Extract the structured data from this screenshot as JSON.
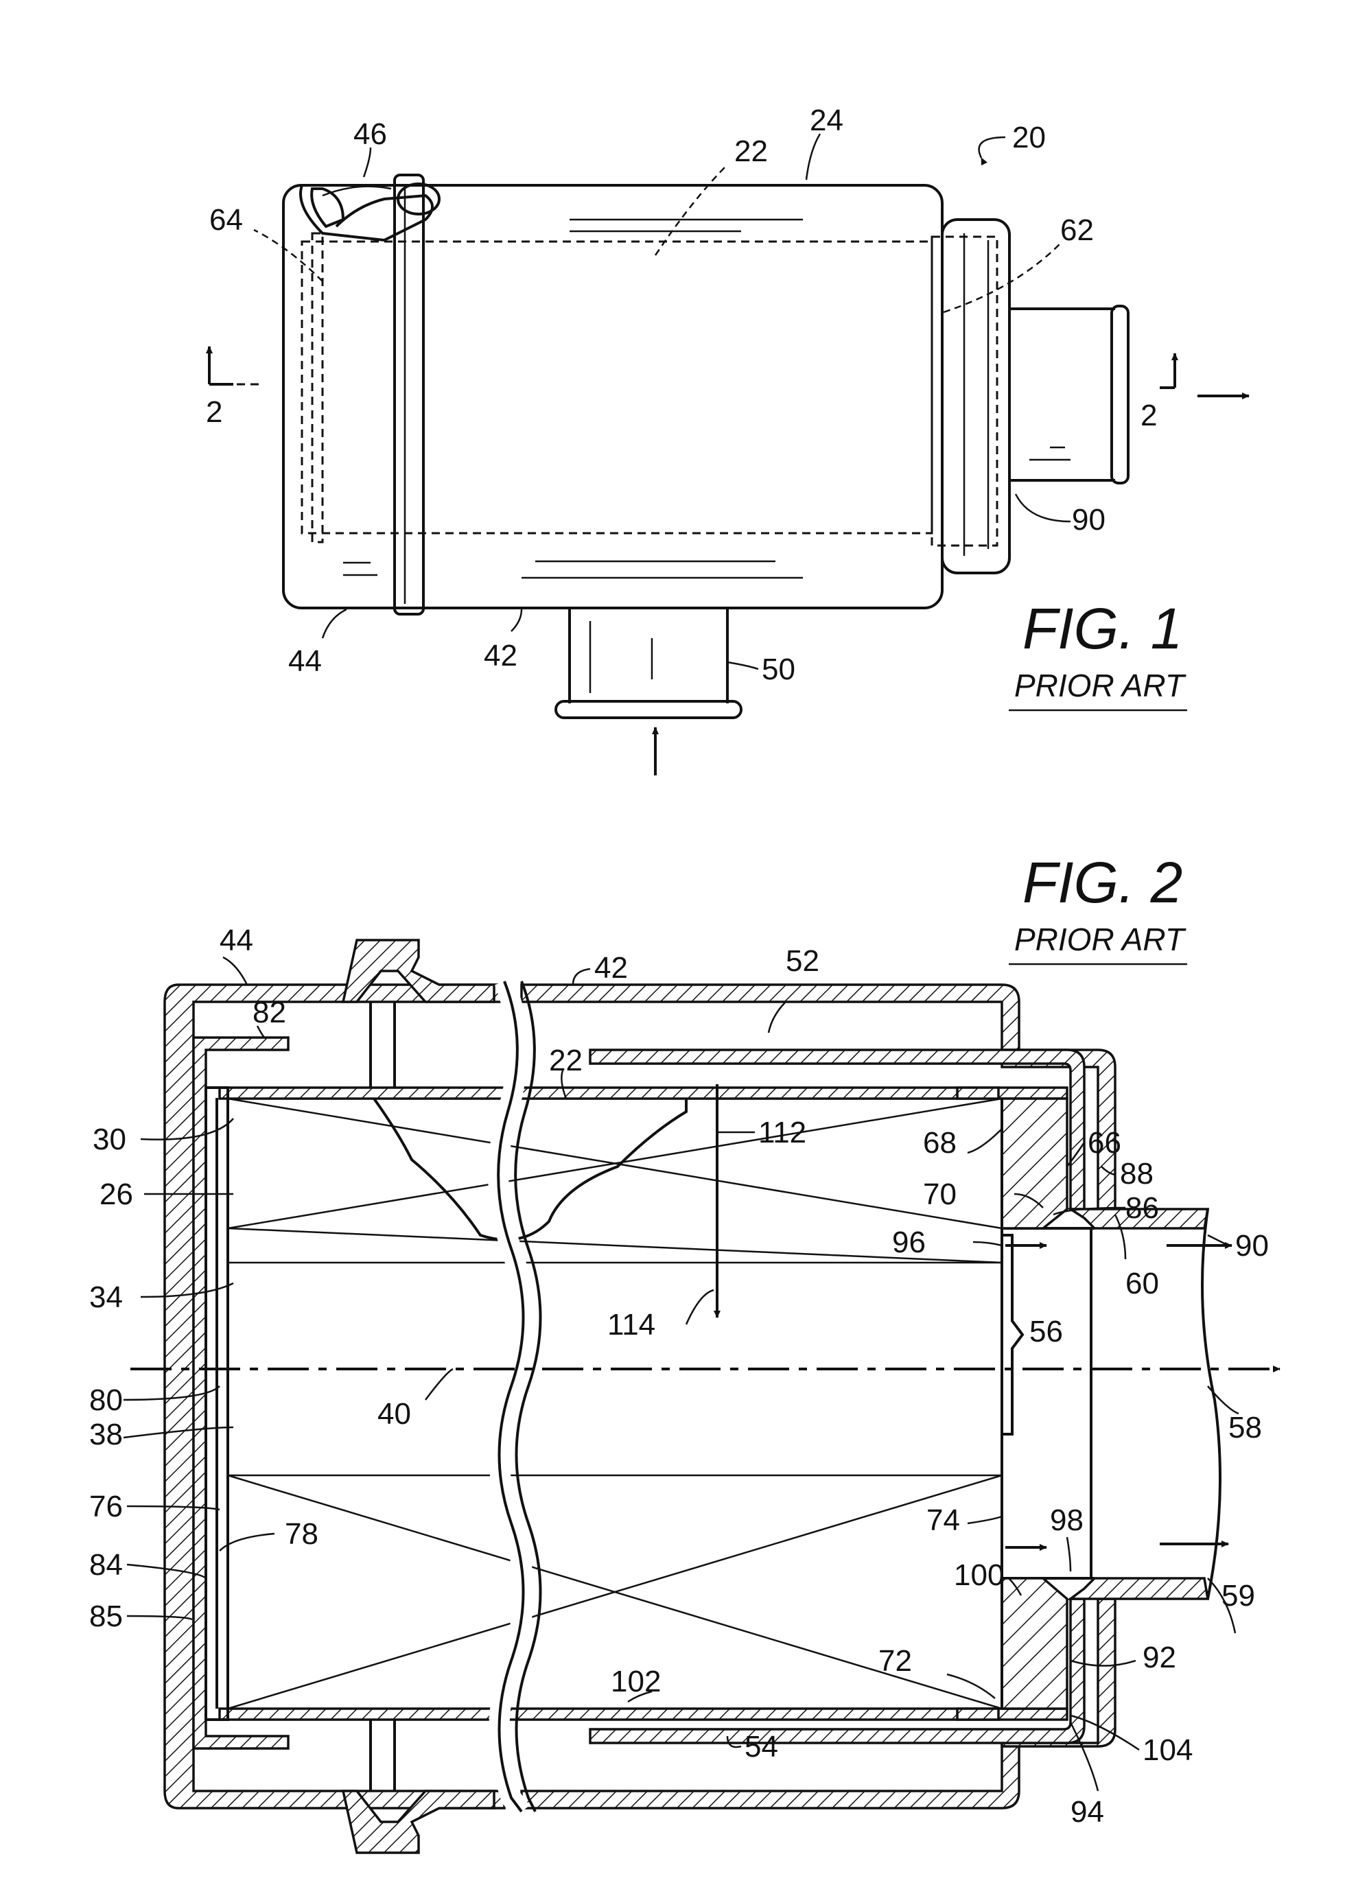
{
  "figures": [
    {
      "title": "FIG. 1",
      "subtitle": "PRIOR ART"
    },
    {
      "title": "FIG. 2",
      "subtitle": "PRIOR ART"
    }
  ],
  "fig1_labels": {
    "l20": "20",
    "l22": "22",
    "l24": "24",
    "l46": "46",
    "l64": "64",
    "l62": "62",
    "l2a": "2",
    "l2b": "2",
    "l90": "90",
    "l44": "44",
    "l42": "42",
    "l50": "50"
  },
  "fig2_labels": {
    "l44": "44",
    "l42": "42",
    "l52": "52",
    "l82": "82",
    "l22": "22",
    "l30": "30",
    "l112": "112",
    "l68": "68",
    "l66": "66",
    "l88": "88",
    "l26": "26",
    "l70": "70",
    "l86": "86",
    "l96": "96",
    "l90": "90",
    "l34": "34",
    "l60": "60",
    "l114": "114",
    "l56": "56",
    "l80": "80",
    "l40": "40",
    "l38": "38",
    "l58": "58",
    "l98": "98",
    "l76": "76",
    "l78": "78",
    "l74": "74",
    "l84": "84",
    "l100": "100",
    "l59": "59",
    "l102": "102",
    "l72": "72",
    "l85": "85",
    "l92": "92",
    "l54": "54",
    "l104": "104",
    "l94": "94"
  }
}
